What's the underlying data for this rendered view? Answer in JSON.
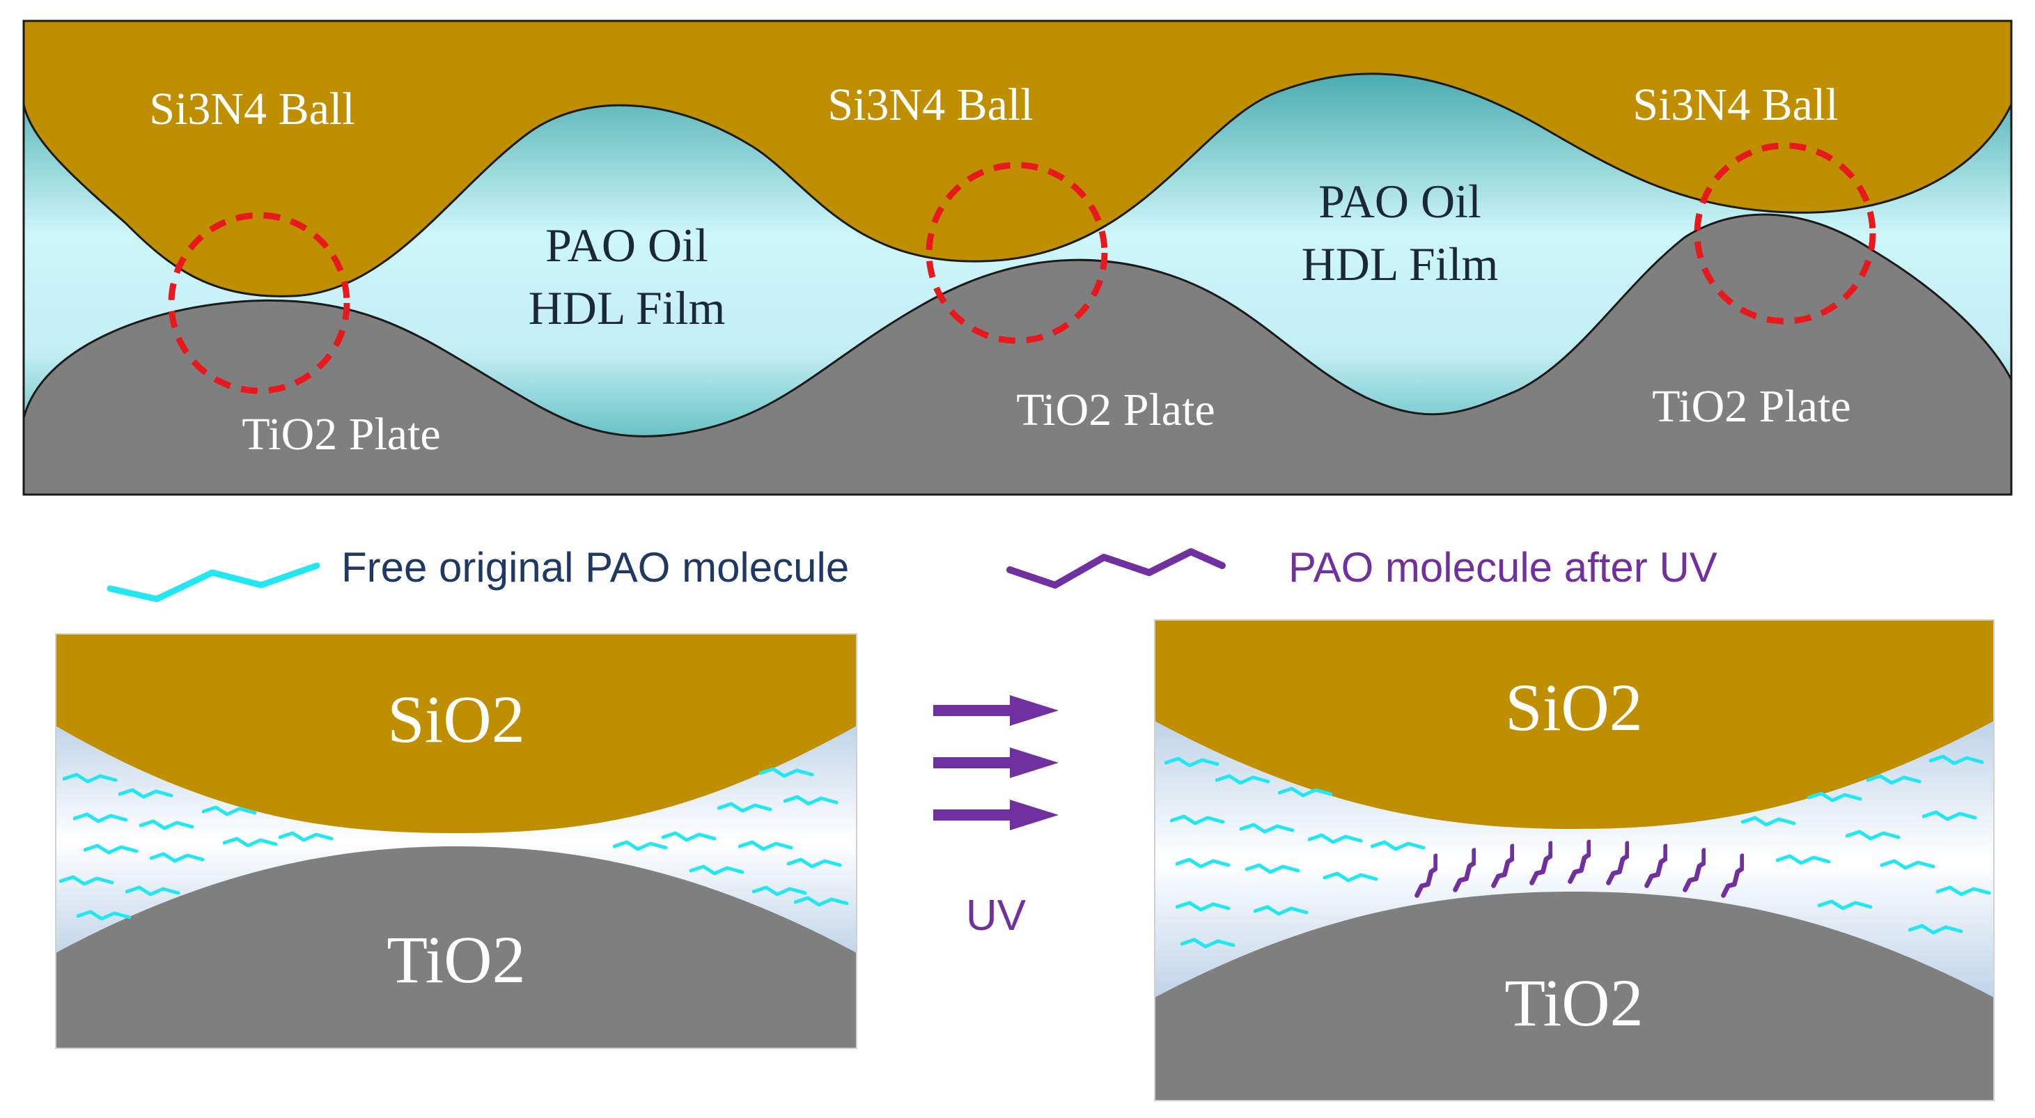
{
  "top_panel": {
    "ball_labels": [
      "Si3N4 Ball",
      "Si3N4 Ball",
      "Si3N4 Ball"
    ],
    "oil_labels": [
      {
        "line1": "PAO Oil",
        "line2": "HDL Film"
      },
      {
        "line1": "PAO Oil",
        "line2": "HDL Film"
      }
    ],
    "plate_labels": [
      "TiO2 Plate",
      "TiO2 Plate",
      "TiO2 Plate"
    ]
  },
  "legend": {
    "free_molecule": "Free original PAO molecule",
    "uv_molecule": "PAO molecule after UV"
  },
  "bottom_left": {
    "top": "SiO2",
    "bottom": "TiO2"
  },
  "bottom_right": {
    "top": "SiO2",
    "bottom": "TiO2"
  },
  "process_label": "UV",
  "colors": {
    "ball": "#bf8f00",
    "plate": "#7f7f7f",
    "oil_dark": "#2aa5a8",
    "oil_light": "#d8f7fb",
    "contact_circle": "#e8191c",
    "free_molecule": "#22e6f2",
    "uv_molecule": "#7030a0",
    "legend_text": "#1f3864"
  },
  "icons": [
    "free-pao-molecule-icon",
    "uv-pao-molecule-icon",
    "arrow-right-icon"
  ]
}
